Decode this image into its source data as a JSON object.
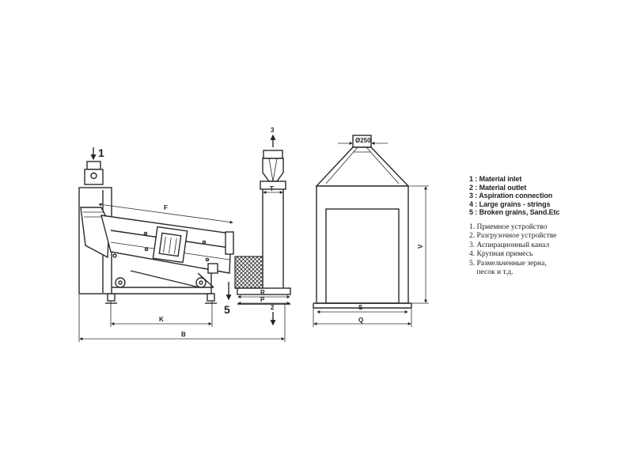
{
  "callouts": {
    "inlet": "1",
    "outlet": "2",
    "aspiration": "3",
    "coarse": "5"
  },
  "dimensions": {
    "F": "F",
    "K": "K",
    "B": "B",
    "R": "R",
    "P": "P",
    "T": "T",
    "S": "S",
    "Q": "Q",
    "V": "V",
    "diameter": "Ø250"
  },
  "legend_en": [
    "1 : Material inlet",
    "2 : Material outlet",
    "3 : Aspiration connection",
    "4 : Large grains - strings",
    "5 : Broken grains, Sand.Etc"
  ],
  "legend_ru": [
    "1. Приемное устройство",
    "2. Разгрузочное устройстве",
    "3. Аспирационный канал",
    "4. Крупная примесь",
    "5. Размельченные зерна,",
    "    песок и т.д."
  ]
}
